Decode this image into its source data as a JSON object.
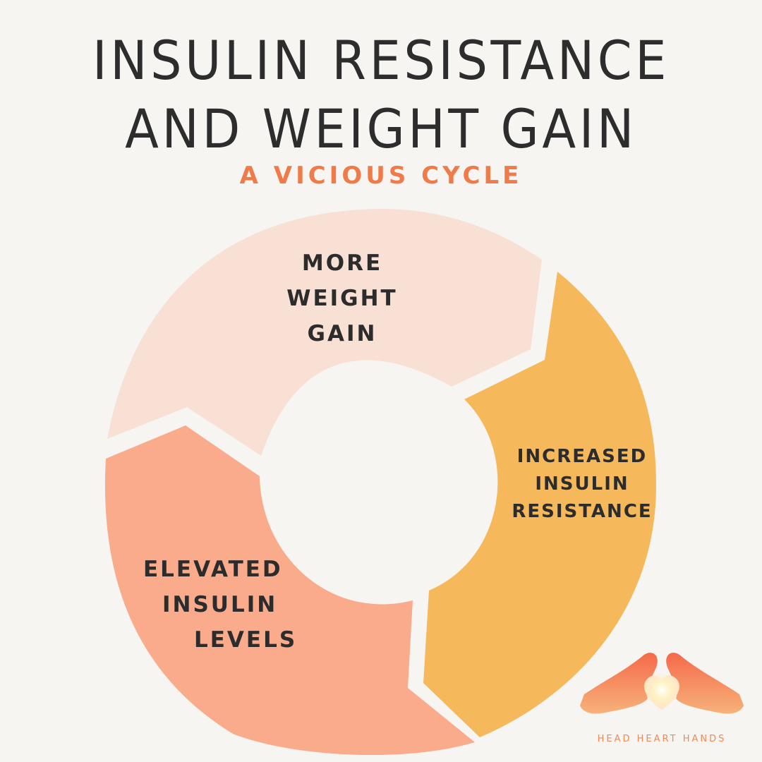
{
  "title": {
    "line1": "INSULIN RESISTANCE",
    "line2": "AND WEIGHT GAIN"
  },
  "subtitle": "A VICIOUS CYCLE",
  "cycle": {
    "segments": [
      {
        "lines": [
          "MORE",
          "WEIGHT",
          "GAIN"
        ],
        "color": "#f8e0d4"
      },
      {
        "lines": [
          "INCREASED",
          "INSULIN",
          "RESISTANCE"
        ],
        "color": "#f5b85b"
      },
      {
        "lines": [
          "ELEVATED",
          "INSULIN",
          "LEVELS"
        ],
        "color": "#f9ab8b"
      }
    ]
  },
  "brand": {
    "name": "HEAD HEART HANDS",
    "logo_icon": "hands-heart-icon"
  }
}
